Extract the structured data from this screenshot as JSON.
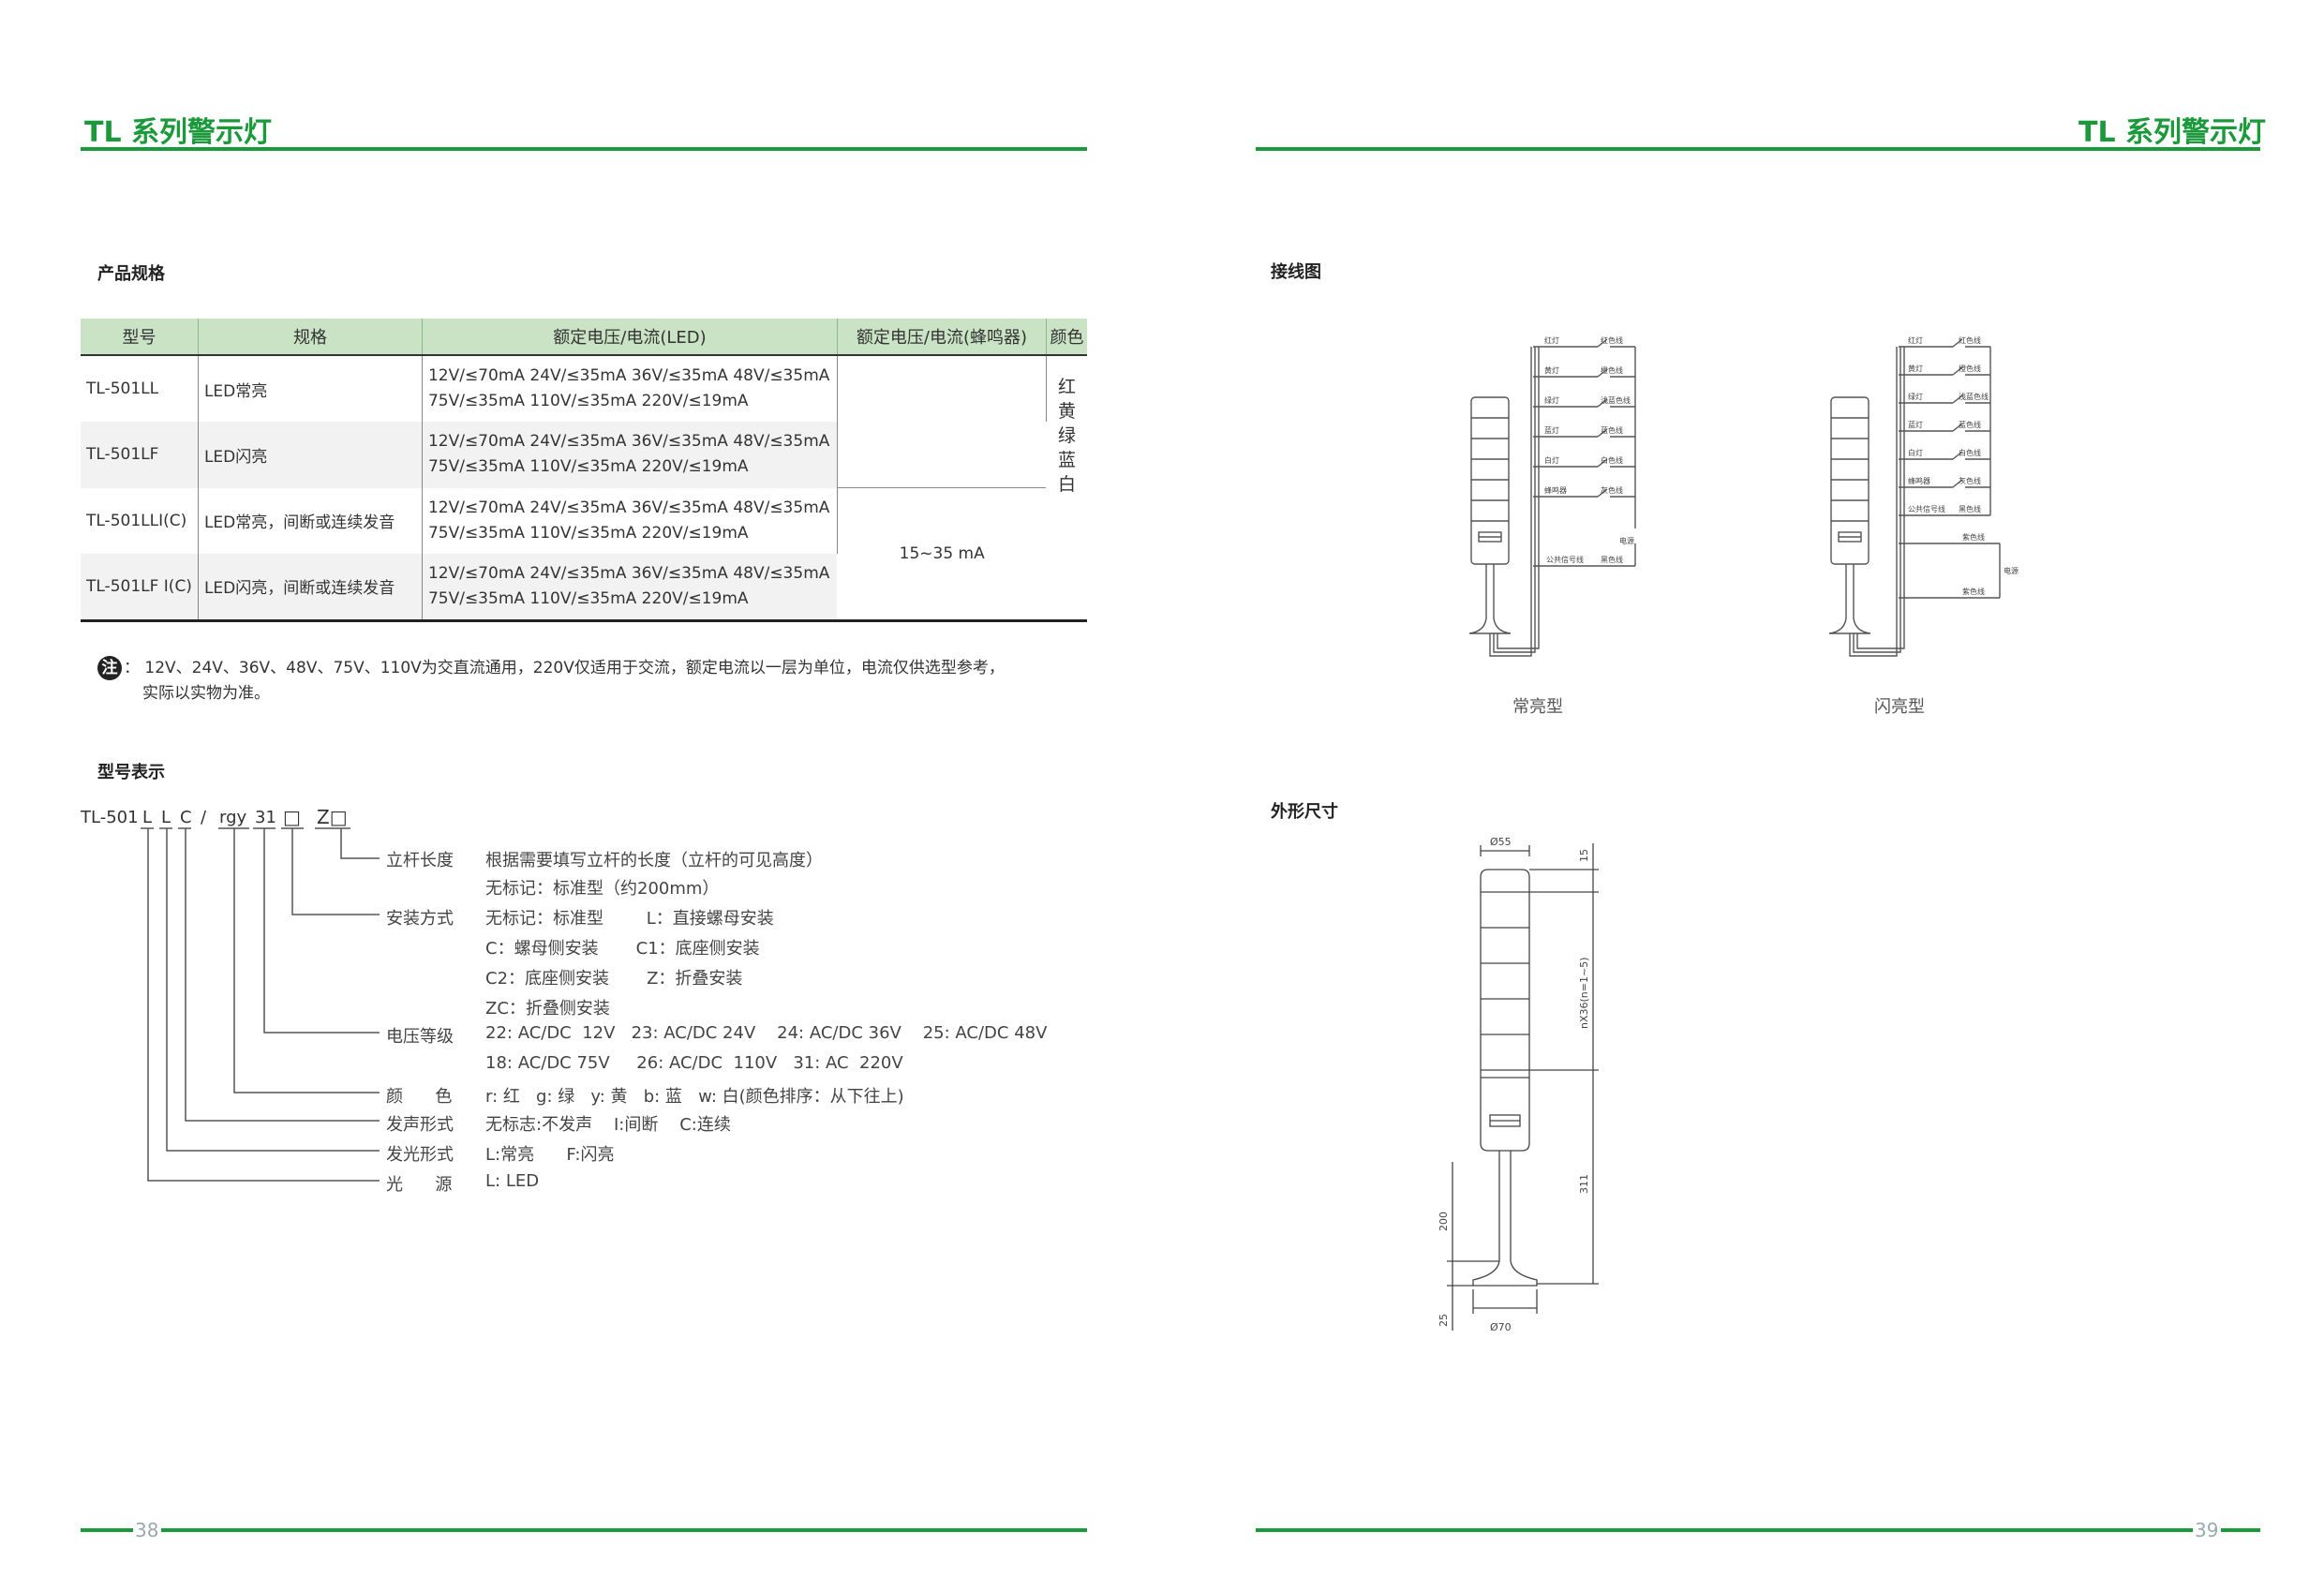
{
  "header": {
    "brand_left": "TL 系列警示灯",
    "brand_right": "TL 系列警示灯"
  },
  "left": {
    "spec_title": "产品规格",
    "table": {
      "headers": [
        "型号",
        "规格",
        "额定电压/电流(LED)",
        "额定电压/电流(蜂鸣器)",
        "颜色"
      ],
      "rows": [
        {
          "model": "TL-501LL",
          "spec": "LED常亮",
          "v1": "12V/≤70mA  24V/≤35mA  36V/≤35mA 48V/≤35mA",
          "v2": "75V/≤35mA  110V/≤35mA  220V/≤19mA"
        },
        {
          "model": "TL-501LF",
          "spec": "LED闪亮",
          "v1": "12V/≤70mA  24V/≤35mA  36V/≤35mA 48V/≤35mA",
          "v2": "75V/≤35mA  110V/≤35mA  220V/≤19mA"
        },
        {
          "model": "TL-501LLI(C)",
          "spec": "LED常亮，间断或连续发音",
          "v1": "12V/≤70mA  24V/≤35mA  36V/≤35mA 48V/≤35mA",
          "v2": "75V/≤35mA  110V/≤35mA  220V/≤19mA"
        },
        {
          "model": "TL-501LF I(C)",
          "spec": "LED闪亮，间断或连续发音",
          "v1": "12V/≤70mA  24V/≤35mA  36V/≤35mA 48V/≤35mA",
          "v2": "75V/≤35mA  110V/≤35mA  220V/≤19mA"
        }
      ],
      "buzzer": "15~35 mA",
      "colors": [
        "红",
        "黄",
        "绿",
        "蓝",
        "白"
      ]
    },
    "note_mark": "注",
    "note_line1": "：  12V、24V、36V、48V、75V、110V为交直流通用，220V仅适用于交流，额定电流以一层为单位，电流仅供选型参考，",
    "note_line2": "实际以实物为准。",
    "model_title": "型号表示",
    "model_code": {
      "base": "TL-501",
      "p1": "L",
      "p2": "L",
      "p3": "C",
      "slash": "/",
      "p4": "rgy",
      "p5": "31",
      "p6": "□",
      "p7": "Z□"
    },
    "legend": [
      {
        "label": "立杆长度",
        "lines": [
          "根据需要填写立杆的长度（立杆的可见高度）",
          "无标记：标准型（约200mm）"
        ]
      },
      {
        "label": "安装方式",
        "lines": [
          "无标记：标准型        L：直接螺母安装",
          "C：螺母侧安装       C1：底座侧安装",
          "C2：底座侧安装       Z：折叠安装",
          "ZC：折叠侧安装"
        ]
      },
      {
        "label": "电压等级",
        "lines": [
          "22: AC/DC  12V   23: AC/DC 24V    24: AC/DC 36V    25: AC/DC 48V",
          "18: AC/DC 75V     26: AC/DC  110V   31: AC  220V"
        ]
      },
      {
        "label": "颜      色",
        "lines": [
          "r: 红   g: 绿   y: 黄   b: 蓝   w: 白(颜色排序：从下往上)"
        ]
      },
      {
        "label": "发声形式",
        "lines": [
          "无标志:不发声    I:间断    C:连续"
        ]
      },
      {
        "label": "发光形式",
        "lines": [
          "L:常亮      F:闪亮"
        ]
      },
      {
        "label": "光      源",
        "lines": [
          "L: LED"
        ]
      }
    ],
    "page_number": "38"
  },
  "right": {
    "wiring_title": "接线图",
    "wiring_left": {
      "caption": "常亮型",
      "leds": [
        "红灯",
        "黄灯",
        "绿灯",
        "蓝灯",
        "白灯",
        "蜂鸣器"
      ],
      "wires": [
        "红色线",
        "橙色线",
        "浅蓝色线",
        "蓝色线",
        "白色线",
        "灰色线"
      ],
      "power": "电源",
      "common": "公共信号线",
      "common_wire": "黑色线"
    },
    "wiring_right": {
      "caption": "闪亮型",
      "leds": [
        "红灯",
        "黄灯",
        "绿灯",
        "蓝灯",
        "白灯",
        "蜂鸣器",
        "公共信号线"
      ],
      "wires": [
        "红色线",
        "橙色线",
        "浅蓝色线",
        "蓝色线",
        "白色线",
        "灰色线",
        "黑色线"
      ],
      "extra_wires": [
        "紫色线",
        "紫色线"
      ],
      "power": "电源"
    },
    "dimension_title": "外形尺寸",
    "dims": {
      "d_top": "Ø55",
      "top_h": "15",
      "tier_h": "nX36(n=1~5)",
      "h311": "311",
      "h200": "200",
      "h25": "25",
      "d_base": "Ø70"
    },
    "page_number": "39"
  }
}
